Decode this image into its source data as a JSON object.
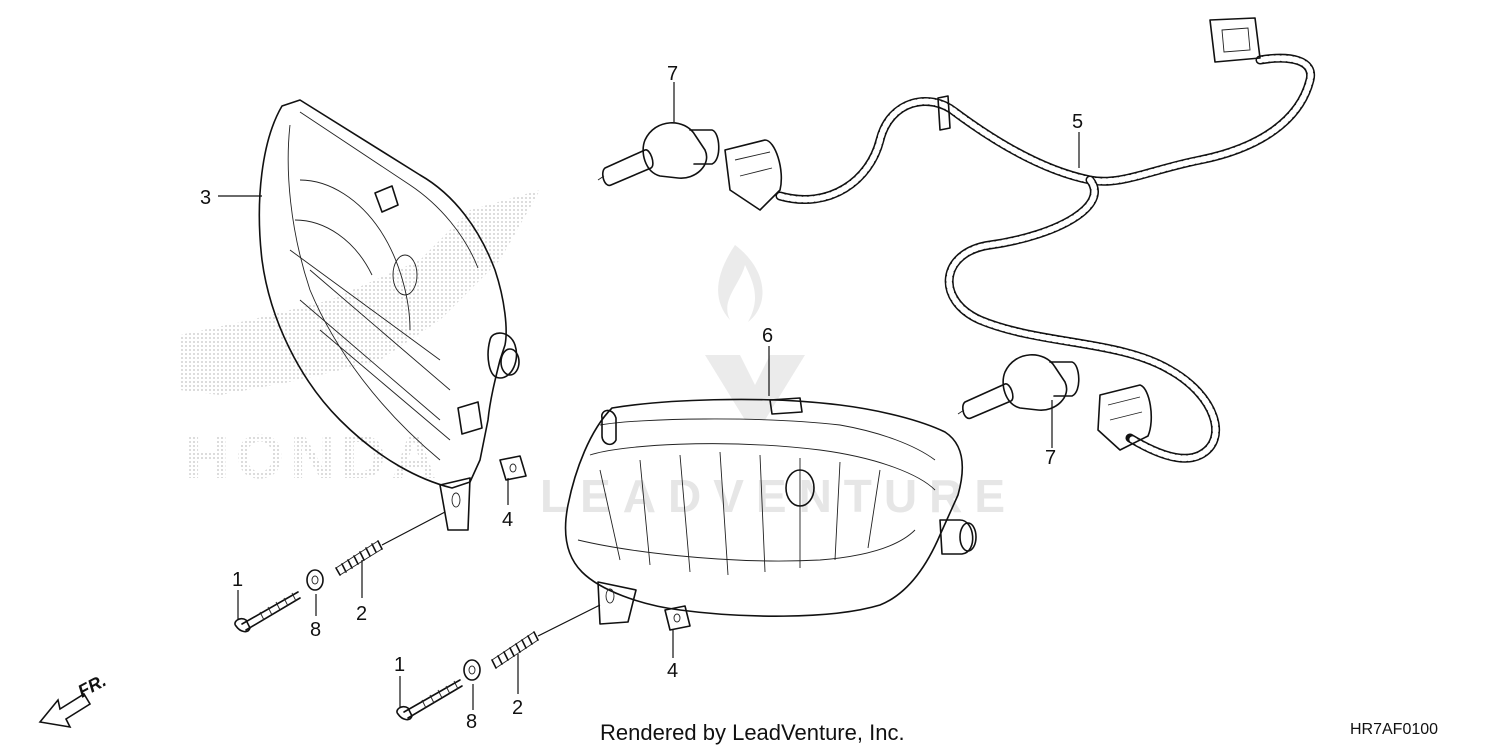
{
  "watermark": {
    "brand_text": "HONDA",
    "vendor_text": "LEADVENTURE"
  },
  "callouts": [
    {
      "id": "c1a",
      "label": "1"
    },
    {
      "id": "c1b",
      "label": "1"
    },
    {
      "id": "c2a",
      "label": "2"
    },
    {
      "id": "c2b",
      "label": "2"
    },
    {
      "id": "c3",
      "label": "3"
    },
    {
      "id": "c4a",
      "label": "4"
    },
    {
      "id": "c4b",
      "label": "4"
    },
    {
      "id": "c5",
      "label": "5"
    },
    {
      "id": "c6",
      "label": "6"
    },
    {
      "id": "c7a",
      "label": "7"
    },
    {
      "id": "c7b",
      "label": "7"
    },
    {
      "id": "c8a",
      "label": "8"
    },
    {
      "id": "c8b",
      "label": "8"
    }
  ],
  "direction_marker": "FR.",
  "footer": {
    "credit": "Rendered by LeadVenture, Inc.",
    "diagram_code": "HR7AF0100"
  }
}
